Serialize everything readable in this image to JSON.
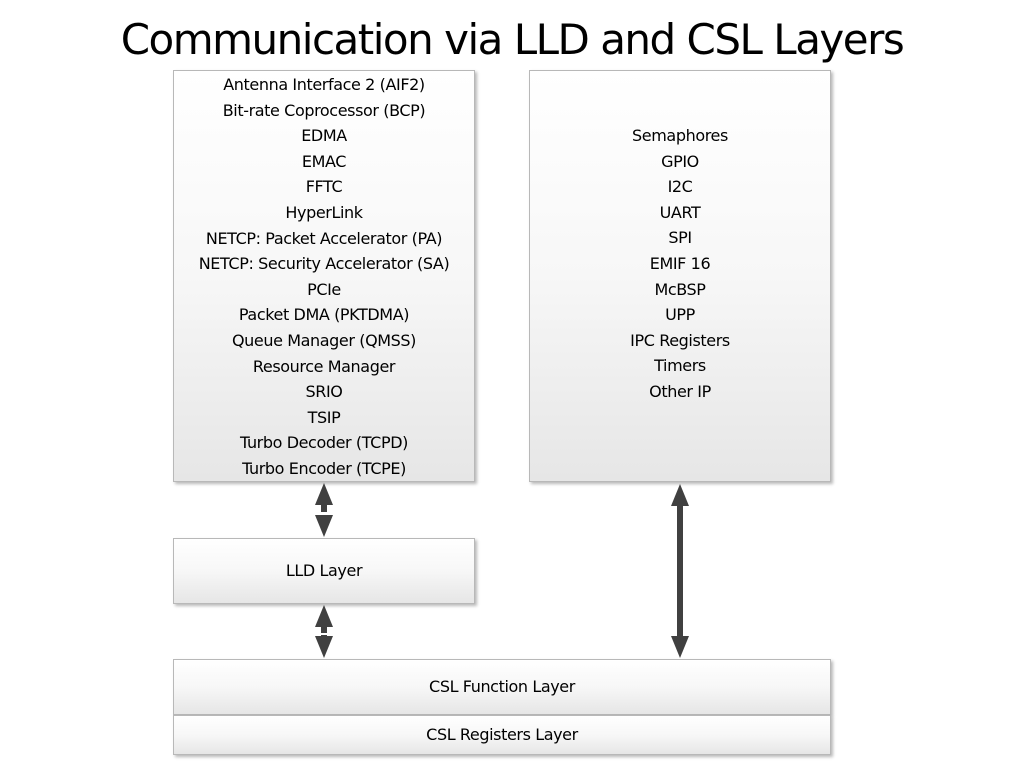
{
  "title": "Communication via LLD and CSL Layers",
  "peripherals": [
    "Antenna Interface 2  (AIF2)",
    "Bit-rate Coprocessor (BCP)",
    "EDMA",
    "EMAC",
    "FFTC",
    "HyperLink",
    "NETCP: Packet Accelerator (PA)",
    "NETCP: Security Accelerator (SA)",
    "PCIe",
    "Packet DMA (PKTDMA)",
    "Queue Manager (QMSS)",
    "Resource Manager",
    "SRIO",
    "TSIP",
    "Turbo Decoder (TCPD)",
    "Turbo Encoder (TCPE)"
  ],
  "csl_ip": [
    "Semaphores",
    "GPIO",
    "I2C",
    "UART",
    "SPI",
    "EMIF 16",
    "McBSP",
    "UPP",
    "IPC Registers",
    "Timers",
    "Other IP"
  ],
  "layers": {
    "lld": "LLD Layer",
    "csl_function": "CSL Function Layer",
    "csl_registers": "CSL Registers Layer"
  },
  "colors": {
    "arrow": "#404040",
    "box_border": "#b8b8b8"
  }
}
